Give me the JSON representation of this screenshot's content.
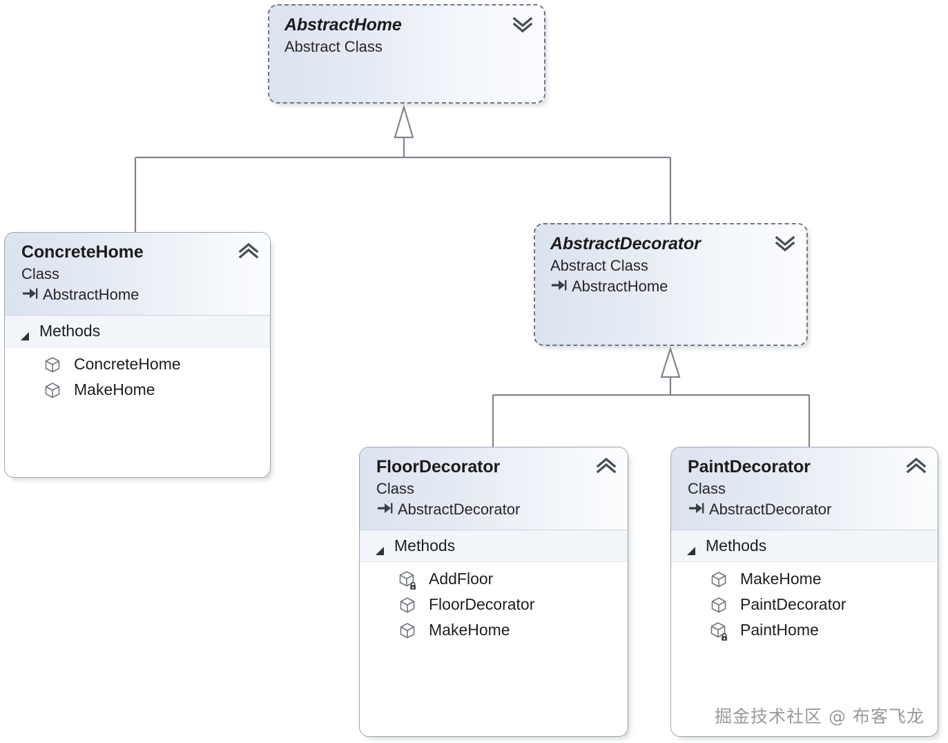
{
  "diagram": {
    "kind": "uml-class-diagram",
    "pattern": "Decorator",
    "watermark": "掘金技术社区 @ 布客飞龙"
  },
  "labels": {
    "methods_section": "Methods",
    "class_stereotype": "Class",
    "abstract_class_stereotype": "Abstract Class"
  },
  "icons": {
    "collapse_up": "double-chevron-up-icon",
    "collapse_down": "double-chevron-down-icon",
    "base_class": "inheritance-arrow-icon",
    "method": "method-cube-icon",
    "protected": "padlock-icon",
    "section_expanded": "triangle-expanded-icon"
  },
  "colors": {
    "header_gradient_start": "#dbe3ef",
    "header_gradient_end": "#fcfdfe",
    "border_solid": "#9aa3ad",
    "border_dashed": "#6f7680",
    "section_band": "#f2f5f9",
    "connector_line": "#7e848c",
    "text": "#1d1d1d"
  },
  "classes": [
    {
      "id": "abstract-home",
      "name": "AbstractHome",
      "stereotype": "Abstract Class",
      "abstract": true,
      "base": null,
      "collapsed": true,
      "collapse_icon": "double-chevron-down-icon",
      "sections": []
    },
    {
      "id": "concrete-home",
      "name": "ConcreteHome",
      "stereotype": "Class",
      "abstract": false,
      "base": "AbstractHome",
      "collapsed": false,
      "collapse_icon": "double-chevron-up-icon",
      "sections": [
        {
          "title": "Methods",
          "members": [
            {
              "name": "ConcreteHome",
              "protected": false
            },
            {
              "name": "MakeHome",
              "protected": false
            }
          ]
        }
      ]
    },
    {
      "id": "abstract-decorator",
      "name": "AbstractDecorator",
      "stereotype": "Abstract Class",
      "abstract": true,
      "base": "AbstractHome",
      "collapsed": true,
      "collapse_icon": "double-chevron-down-icon",
      "sections": []
    },
    {
      "id": "floor-decorator",
      "name": "FloorDecorator",
      "stereotype": "Class",
      "abstract": false,
      "base": "AbstractDecorator",
      "collapsed": false,
      "collapse_icon": "double-chevron-up-icon",
      "sections": [
        {
          "title": "Methods",
          "members": [
            {
              "name": "AddFloor",
              "protected": true
            },
            {
              "name": "FloorDecorator",
              "protected": false
            },
            {
              "name": "MakeHome",
              "protected": false
            }
          ]
        }
      ]
    },
    {
      "id": "paint-decorator",
      "name": "PaintDecorator",
      "stereotype": "Class",
      "abstract": false,
      "base": "AbstractDecorator",
      "collapsed": false,
      "collapse_icon": "double-chevron-up-icon",
      "sections": [
        {
          "title": "Methods",
          "members": [
            {
              "name": "MakeHome",
              "protected": false
            },
            {
              "name": "PaintDecorator",
              "protected": false
            },
            {
              "name": "PaintHome",
              "protected": true
            }
          ]
        }
      ]
    }
  ],
  "relationships": [
    {
      "type": "generalization",
      "from": "ConcreteHome",
      "to": "AbstractHome"
    },
    {
      "type": "generalization",
      "from": "AbstractDecorator",
      "to": "AbstractHome"
    },
    {
      "type": "generalization",
      "from": "FloorDecorator",
      "to": "AbstractDecorator"
    },
    {
      "type": "generalization",
      "from": "PaintDecorator",
      "to": "AbstractDecorator"
    }
  ]
}
